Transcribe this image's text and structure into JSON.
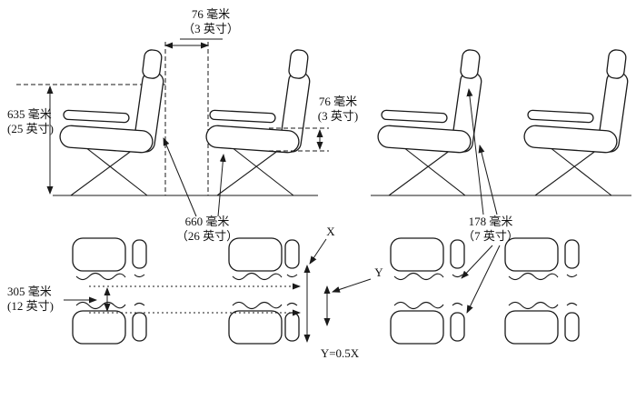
{
  "diagram": {
    "title": "seat-dimension-diagram",
    "colors": {
      "line": "#1a1a1a",
      "text": "#111111",
      "background": "#ffffff"
    },
    "labels": {
      "headrest_offset": {
        "line1": "76 毫米",
        "line2": "（3 英寸）"
      },
      "back_height": {
        "line1": "635 毫米",
        "line2": "(25 英寸)"
      },
      "cushion_thickness": {
        "line1": "76 毫米",
        "line2": "(3 英寸)"
      },
      "seat_pitch": {
        "line1": "660 毫米",
        "line2": "（26 英寸）"
      },
      "knee_clearance": {
        "line1": "178 毫米",
        "line2": "（7 英寸）"
      },
      "seat_width": {
        "line1": "305 毫米",
        "line2": "(12 英寸)"
      },
      "dim_x": "X",
      "dim_y": "Y",
      "formula": "Y=0.5X"
    }
  }
}
